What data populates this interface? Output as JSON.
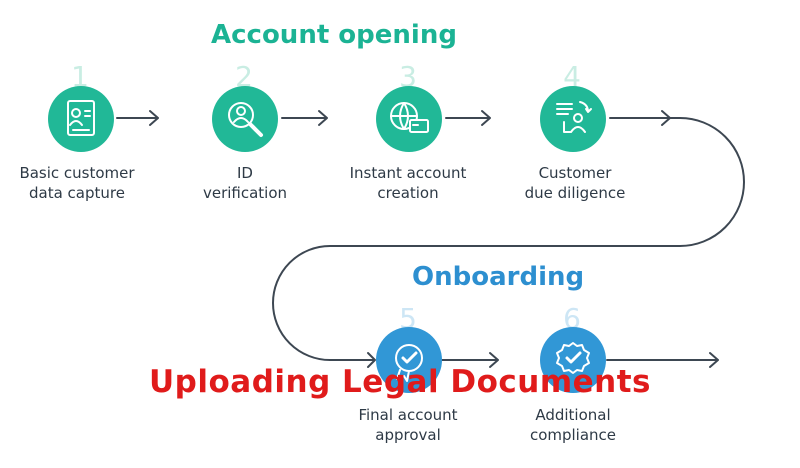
{
  "headings": {
    "account_opening": "Account opening",
    "onboarding": "Onboarding"
  },
  "steps": [
    {
      "number": "1",
      "line1": "Basic customer",
      "line2": "data capture",
      "icon": "customer-card-icon",
      "color": "#21b897"
    },
    {
      "number": "2",
      "line1": "ID",
      "line2": "verification",
      "icon": "magnifier-user-icon",
      "color": "#21b897"
    },
    {
      "number": "3",
      "line1": "Instant account",
      "line2": "creation",
      "icon": "globe-card-icon",
      "color": "#21b897"
    },
    {
      "number": "4",
      "line1": "Customer",
      "line2": "due diligence",
      "icon": "document-user-icon",
      "color": "#21b897"
    },
    {
      "number": "5",
      "line1": "Final account",
      "line2": "approval",
      "icon": "check-badge-icon",
      "color": "#3197d6"
    },
    {
      "number": "6",
      "line1": "Additional",
      "line2": "compliance",
      "icon": "check-seal-icon",
      "color": "#3197d6"
    }
  ],
  "overlay_title": "Uploading Legal Documents",
  "colors": {
    "green": "#21b897",
    "blue": "#3197d6",
    "line": "#3d4752",
    "overlay": "#e01b1b"
  }
}
